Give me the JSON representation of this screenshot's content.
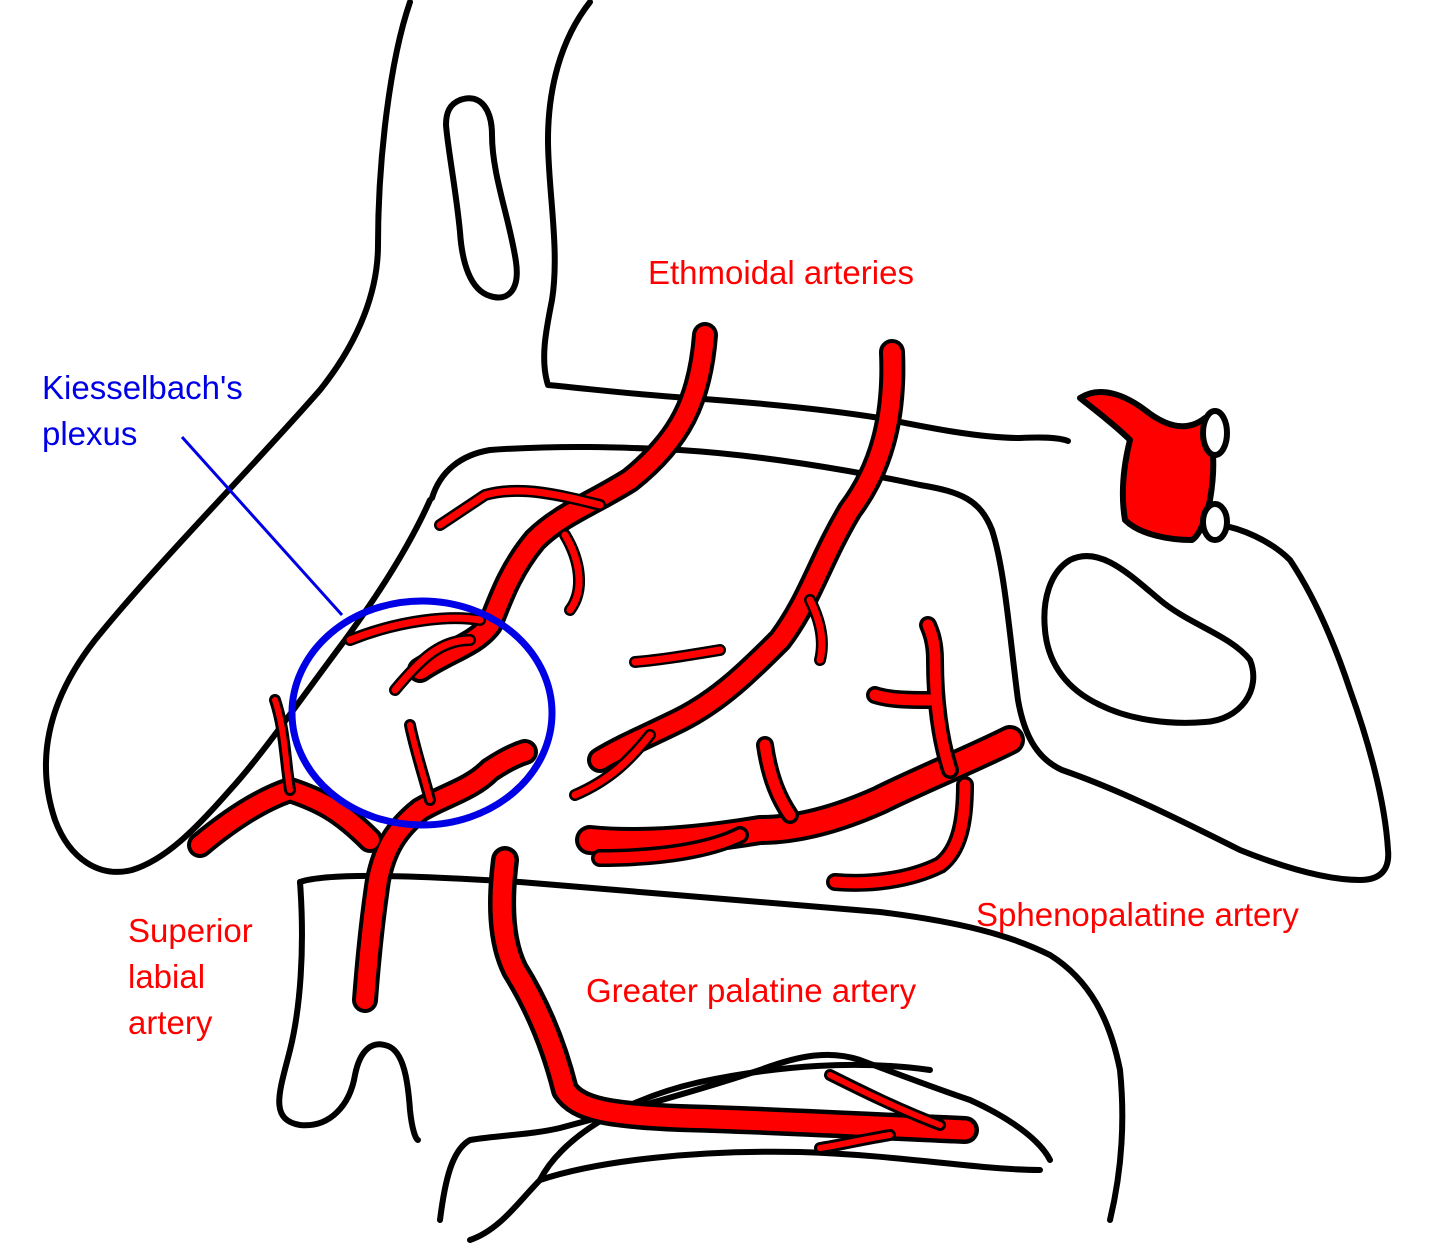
{
  "colors": {
    "outline": "#000000",
    "artery": "#ff0000",
    "artery_edge": "#000000",
    "plexus": "#0000e6",
    "labels_artery": "#ff0000",
    "labels_plexus": "#0000e6",
    "background": "#ffffff"
  },
  "labels": {
    "ethmoidal": "Ethmoidal arteries",
    "kiesselbach": "Kiesselbach's\nplexus",
    "superior_labial": "Superior\nlabial\nartery",
    "sphenopalatine": "Sphenopalatine artery",
    "greater_palatine": "Greater palatine artery"
  }
}
